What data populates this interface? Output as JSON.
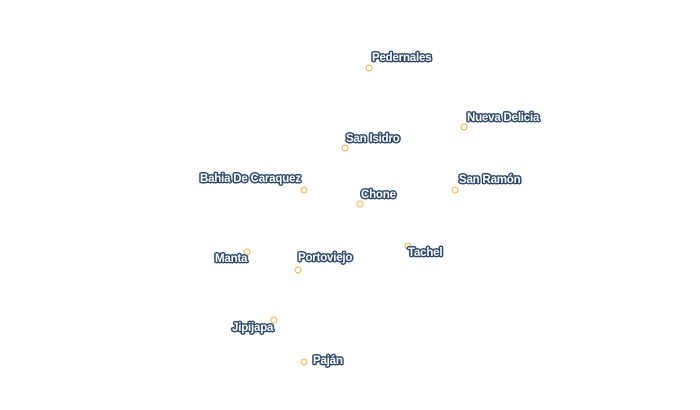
{
  "map": {
    "marker_color": "#f2b04a",
    "label_halo_color": "#2f4a6e",
    "places": [
      {
        "id": "pedernales",
        "name": "Pedernales"
      },
      {
        "id": "nueva-delicia",
        "name": "Nueva Delicia"
      },
      {
        "id": "san-isidro",
        "name": "San Isidro"
      },
      {
        "id": "bahia-de-caraquez",
        "name": "Bahia De Caraquez"
      },
      {
        "id": "chone",
        "name": "Chone"
      },
      {
        "id": "san-ramon",
        "name": "San Ramón"
      },
      {
        "id": "tachel",
        "name": "Tachel"
      },
      {
        "id": "manta",
        "name": "Manta"
      },
      {
        "id": "portoviejo",
        "name": "Portoviejo"
      },
      {
        "id": "jipijapa",
        "name": "Jipijapa"
      },
      {
        "id": "pajan",
        "name": "Paján"
      }
    ]
  }
}
